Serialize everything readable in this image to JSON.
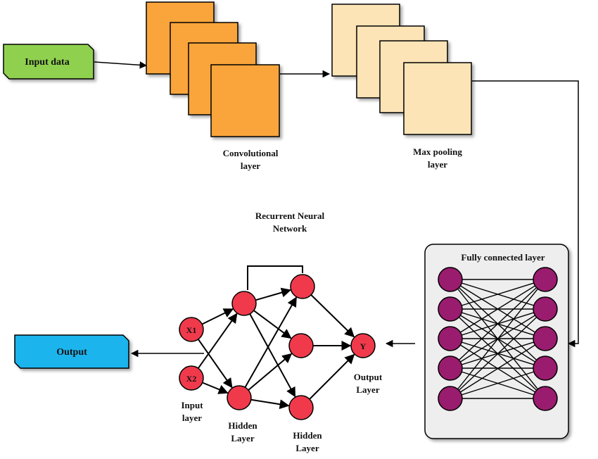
{
  "input_block": {
    "label": "Input data",
    "color": "#8fd14f"
  },
  "output_block": {
    "label": "Output",
    "color": "#1eb4ec"
  },
  "conv": {
    "label_line1": "Convolutional",
    "label_line2": "layer",
    "color": "#f9a53a"
  },
  "pool": {
    "label_line1": "Max pooling",
    "label_line2": "layer",
    "color": "#fce4b6"
  },
  "fc": {
    "title": "Fully connected layer",
    "node_color": "#9a1c6e",
    "panel_color": "#eeeeee"
  },
  "rnn": {
    "title_line1": "Recurrent Neural",
    "title_line2": "Network",
    "node_color": "#f03a4c",
    "x1": "X1",
    "x2": "X2",
    "y": "Y",
    "input_label_line1": "Input",
    "input_label_line2": "layer",
    "hidden1_label_line1": "Hidden",
    "hidden1_label_line2": "Layer",
    "hidden2_label_line1": "Hidden",
    "hidden2_label_line2": "Layer",
    "output_label_line1": "Output",
    "output_label_line2": "Layer"
  }
}
